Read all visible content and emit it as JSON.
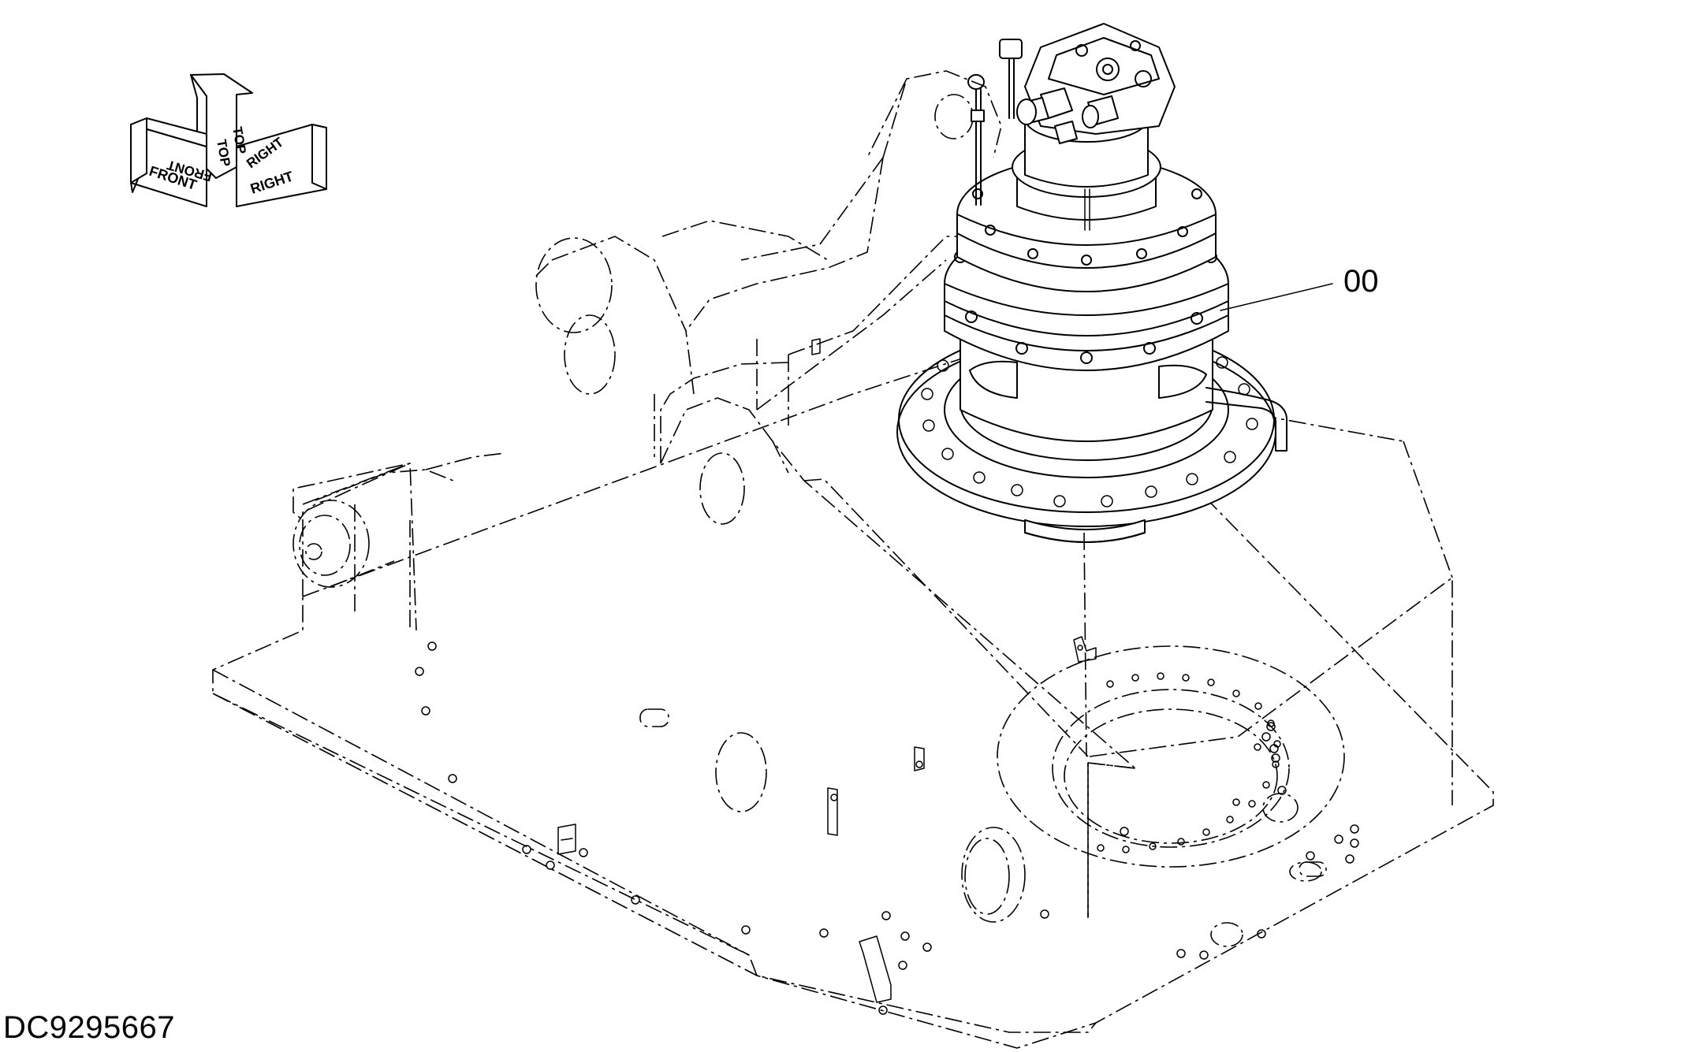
{
  "diagram": {
    "drawing_id": "DC9295667",
    "callouts": [
      {
        "id": "callout-00",
        "text": "00"
      }
    ],
    "orientation_indicator": {
      "labels": {
        "top": "TOP",
        "top_back": "TOP",
        "front_upper": "FRONT",
        "front_lower": "FRONT",
        "right_upper": "RIGHT",
        "right_lower": "RIGHT"
      }
    },
    "components": {
      "swing_motor": "swing-device-assembly",
      "frame": "upper-revolving-frame"
    }
  }
}
